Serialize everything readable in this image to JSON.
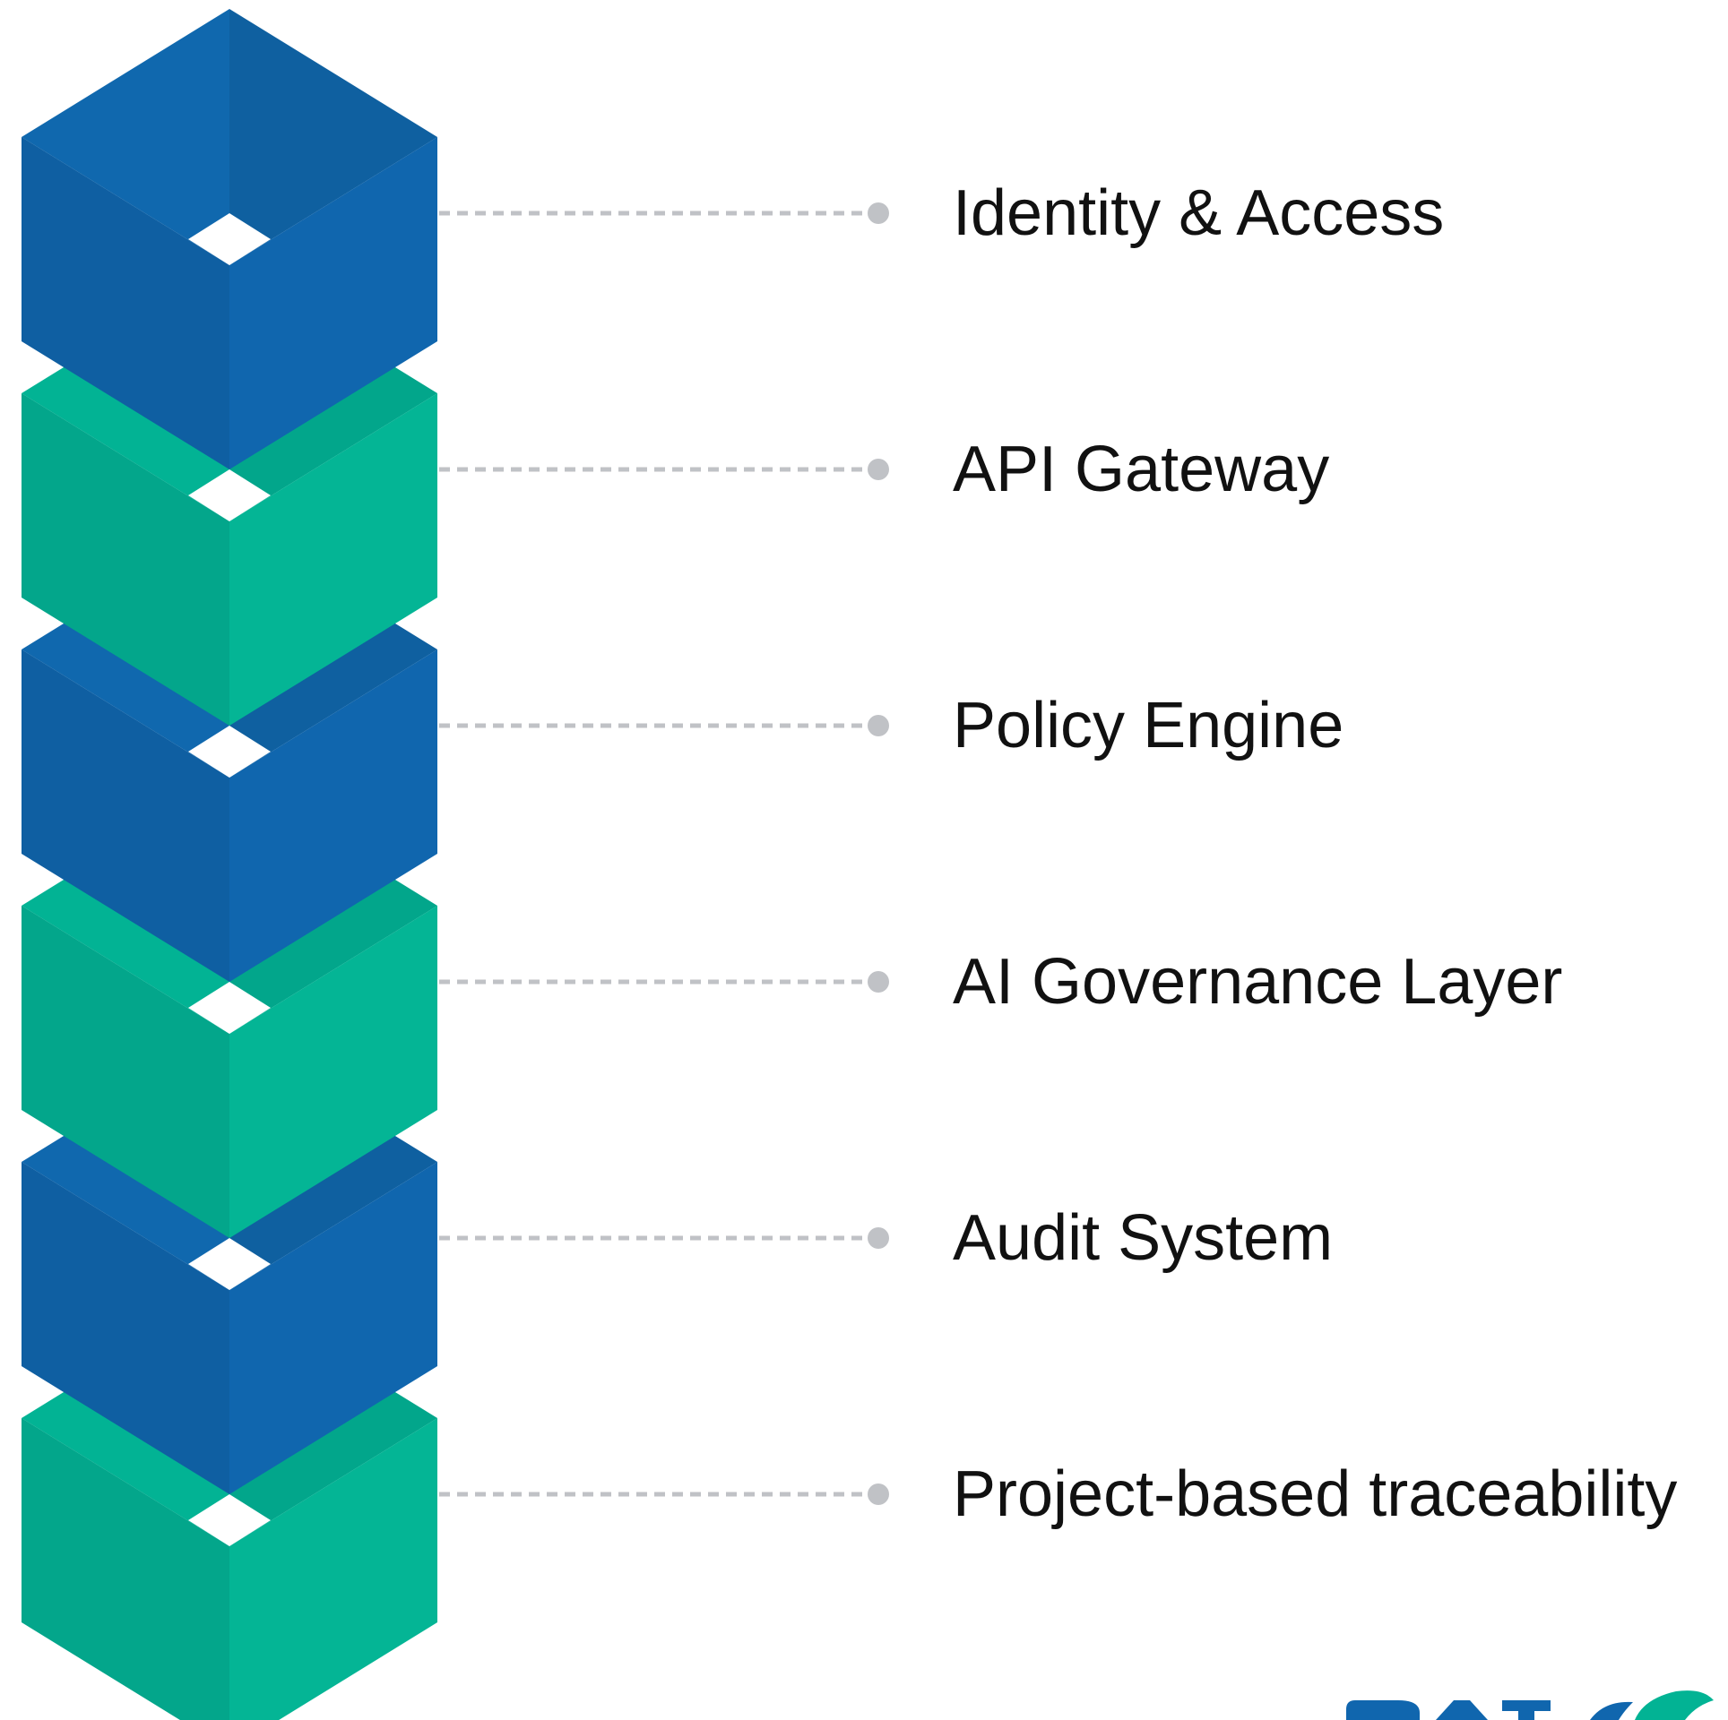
{
  "colors": {
    "blue_top_left": "#1068ae",
    "blue_top_right": "#0f60a0",
    "blue_front_left": "#0f5fa2",
    "blue_front_right": "#1066ae",
    "green_top_left": "#02b394",
    "green_top_right": "#02a68b",
    "green_front_left": "#03a68b",
    "green_front_right": "#04b595",
    "connector": "#c0c2c6",
    "logo_blue": "#1066ae",
    "logo_green": "#02b394"
  },
  "layers": [
    {
      "label": "Identity & Access",
      "color": "blue"
    },
    {
      "label": "API Gateway",
      "color": "green"
    },
    {
      "label": "Policy Engine",
      "color": "blue"
    },
    {
      "label": "AI Governance Layer",
      "color": "green"
    },
    {
      "label": "Audit System",
      "color": "blue"
    },
    {
      "label": "Project-based traceability",
      "color": "green"
    }
  ]
}
